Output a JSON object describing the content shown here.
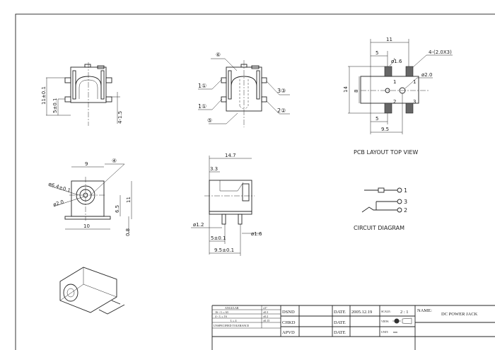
{
  "title_block": {
    "tolerance_rows": [
      {
        "range": "ANGULAR",
        "tol": "±3°"
      },
      {
        "range": "16 < L ≤ 63",
        "tol": "±0.3"
      },
      {
        "range": "4 < L ≤ 16",
        "tol": "±0.2"
      },
      {
        "range": "L ≤ 4",
        "tol": "±0.15"
      }
    ],
    "tolerance_label": "UNSPECIFIED TOLERANCE",
    "dsnd": "DSND",
    "chkd": "CHKD",
    "apvd": "APVD",
    "date_label": "DATE",
    "date_value": "2005.12.19",
    "scale_label": "SCALE:",
    "scale_value": "2 : 1",
    "view_label": "VIEW:",
    "unit_label": "UNIT:",
    "unit_value": "mm",
    "name_label": "NAME:",
    "name_value": "DC POWER JACK"
  },
  "side_view": {
    "dims": [
      "11±0.1",
      "5±0.1",
      "4-1.5"
    ]
  },
  "front_view": {
    "callouts": [
      "⑥",
      "1①",
      "1①",
      "3③",
      "2②",
      "⑤"
    ]
  },
  "pcb_layout": {
    "title": "PCB LAYOUT TOP VIEW",
    "dims": [
      "11",
      "5",
      "ø1.6",
      "4-(2.0X3)",
      "ø2.0",
      "14",
      "8",
      "5",
      "9.5"
    ],
    "pin_labels": [
      "1",
      "1",
      "2",
      "3"
    ]
  },
  "end_view": {
    "dims": [
      "9",
      "④",
      "ø6.4±0.1",
      "ø2.0",
      "6.5",
      "11",
      "10",
      "0.8"
    ]
  },
  "top_view": {
    "dims": [
      "14.7",
      "3.3",
      "ø1.2",
      "ø1.6",
      "5±0.1",
      "9.5±0.1"
    ]
  },
  "circuit": {
    "title": "CIRCUIT DIAGRAM",
    "pins": [
      "1",
      "3",
      "2"
    ]
  }
}
